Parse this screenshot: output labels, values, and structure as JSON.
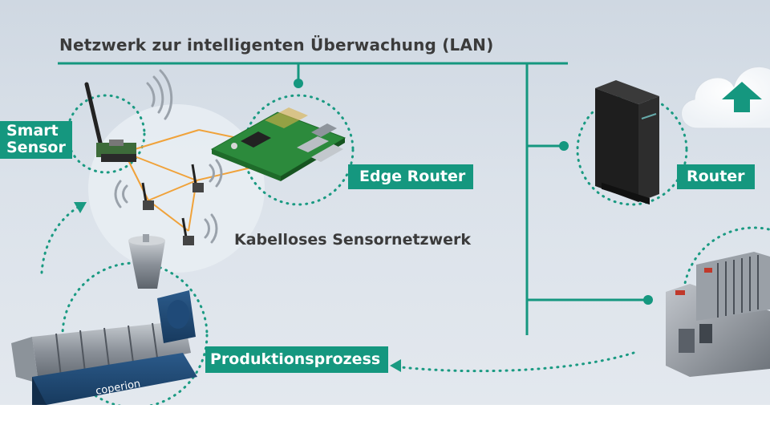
{
  "title": "Netzwerk zur intelligenten Überwachung (LAN)",
  "wireless_network_label": "Kabelloses Sensornetzwerk",
  "nodes": {
    "smart_sensor": {
      "label_line1": "Smart",
      "label_line2": "Sensor"
    },
    "edge_router": {
      "label": "Edge Router"
    },
    "router": {
      "label": "Router"
    },
    "production": {
      "label": "Produktionsprozess",
      "machine_brand": "coperion"
    }
  },
  "colors": {
    "accent": "#15977f",
    "dotted_connector": "#1a9a82",
    "mesh_links": "#f0a23a",
    "background": "#d9e0e8"
  },
  "icons": [
    "cloud-upload-icon",
    "wifi-signal-icon",
    "raspberry-pi-board",
    "router-device",
    "plc-controller",
    "extruder-machine"
  ]
}
